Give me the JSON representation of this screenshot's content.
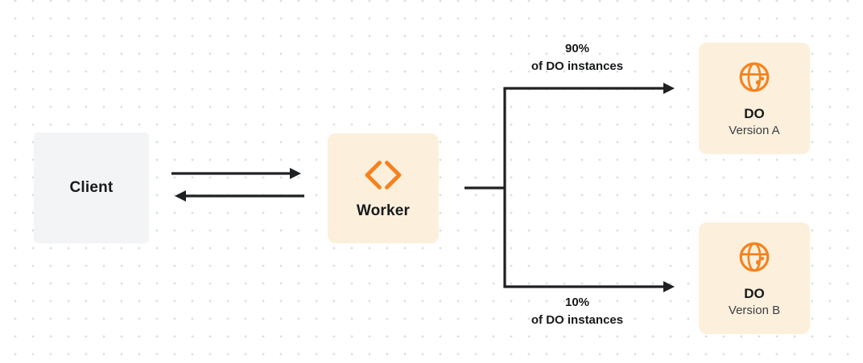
{
  "diagram": {
    "client": {
      "label": "Client"
    },
    "worker": {
      "label": "Worker"
    },
    "branch_top": {
      "percent": "90%",
      "caption": "of DO instances"
    },
    "branch_bottom": {
      "percent": "10%",
      "caption": "of DO instances"
    },
    "do_a": {
      "title": "DO",
      "subtitle": "Version A"
    },
    "do_b": {
      "title": "DO",
      "subtitle": "Version B"
    }
  },
  "icons": {
    "worker_icon": "workers-logo-icon",
    "do_icon": "globe-icon"
  },
  "colors": {
    "orange": "#f6821f",
    "cream": "#fcf0dc",
    "client_bg": "#f3f4f6",
    "line": "#1e2022",
    "text": "#18191b",
    "subtext": "#3c3f44",
    "dot": "#dcdfe4"
  }
}
